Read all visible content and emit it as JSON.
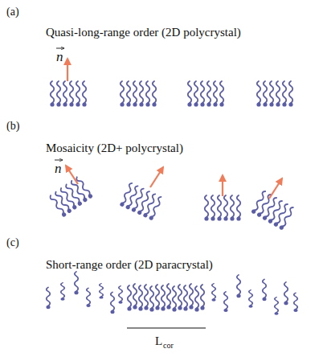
{
  "diagram": {
    "labels": [
      "(a)",
      "Quasi-long-range order (2D polycrystal)",
      "n",
      "(b)",
      "Mosaicity (2D+ polycrystal)",
      "n",
      "(c)",
      "Short-range order (2D paracrystal)",
      "L",
      "cor"
    ]
  }
}
